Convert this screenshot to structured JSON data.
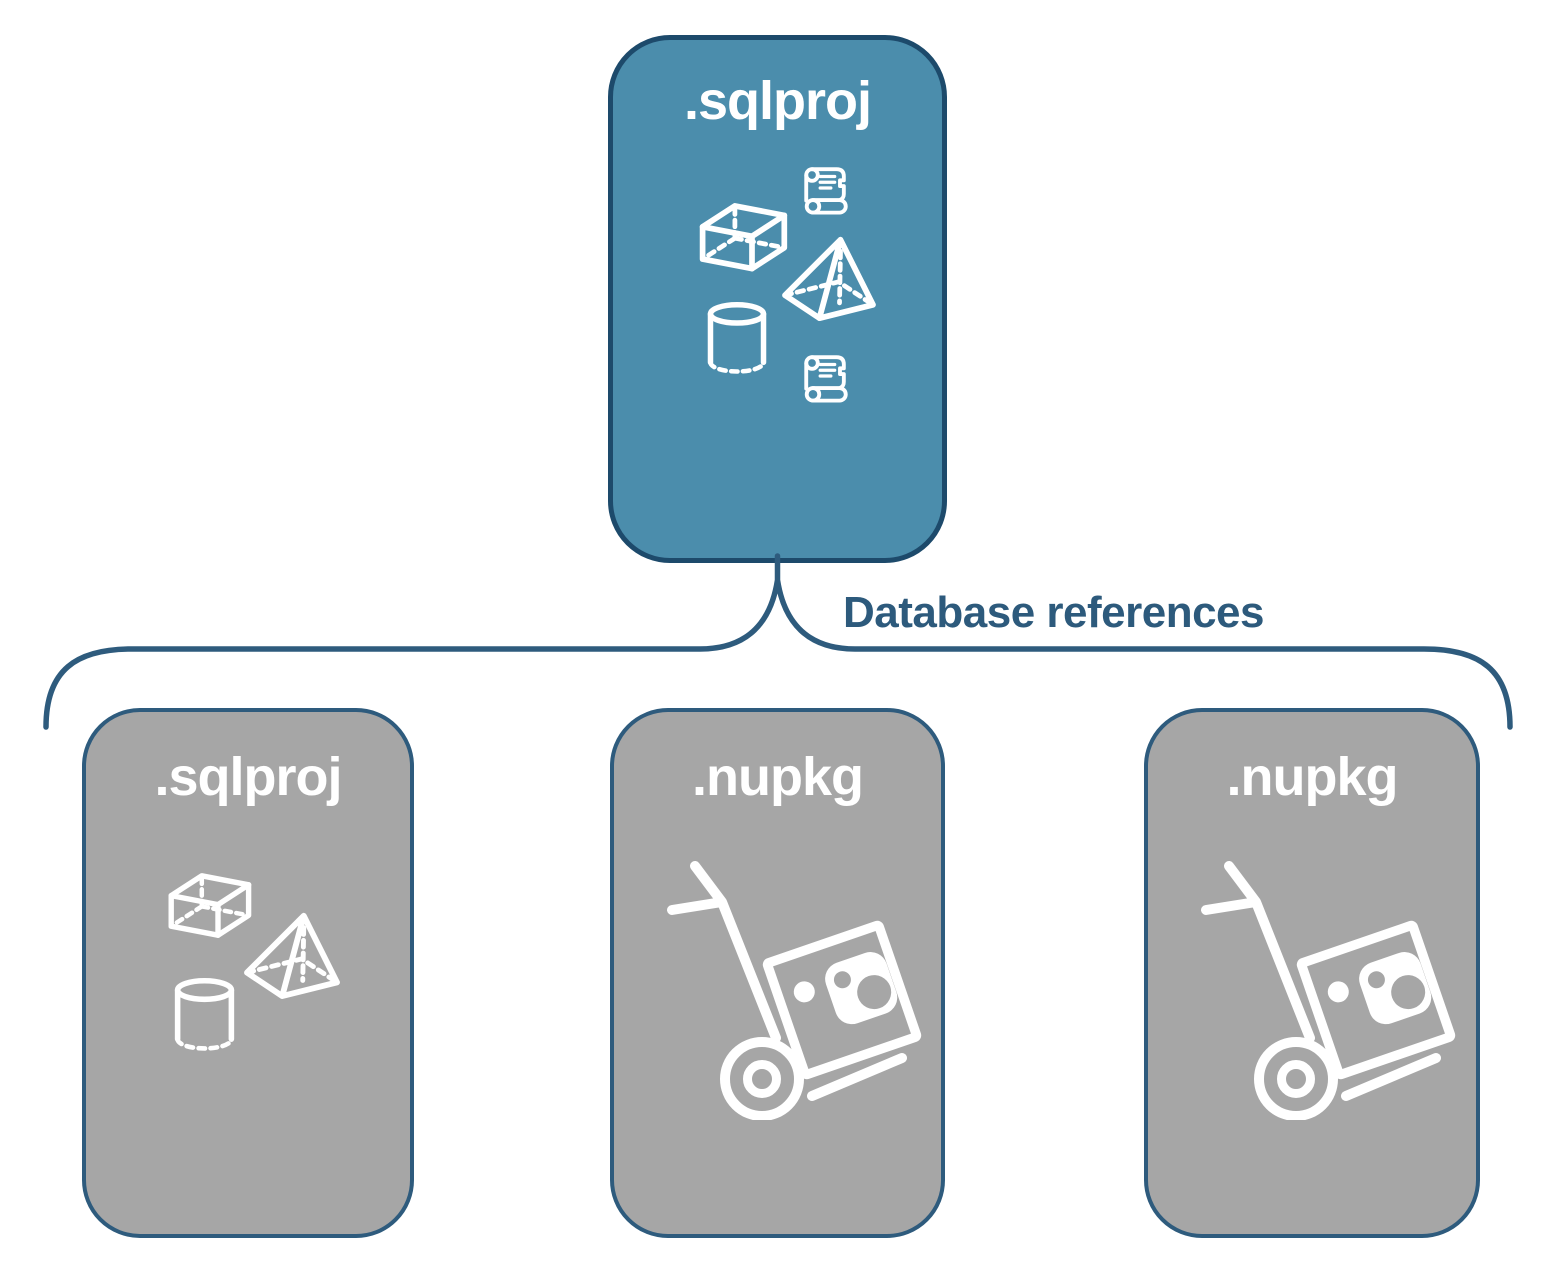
{
  "cards": {
    "root": {
      "label": ".sqlproj",
      "icons": [
        "scroll-icon",
        "cube-icon",
        "pyramid-icon",
        "cylinder-icon",
        "scroll-icon"
      ]
    },
    "children": [
      {
        "label": ".sqlproj",
        "icons": [
          "cube-icon",
          "pyramid-icon",
          "cylinder-icon"
        ]
      },
      {
        "label": ".nupkg",
        "icons": [
          "nuget-dolly-icon"
        ]
      },
      {
        "label": ".nupkg",
        "icons": [
          "nuget-dolly-icon"
        ]
      }
    ]
  },
  "connector": {
    "label": "Database references"
  },
  "colors": {
    "root_fill": "#4b8dac",
    "root_border": "#1d4a6b",
    "child_fill": "#a6a6a6",
    "child_border": "#2e5b7d",
    "connector_line": "#2e5b7d",
    "connector_label": "#2d5a7c",
    "card_label": "#ffffff",
    "canvas_bg": "#ffffff"
  }
}
